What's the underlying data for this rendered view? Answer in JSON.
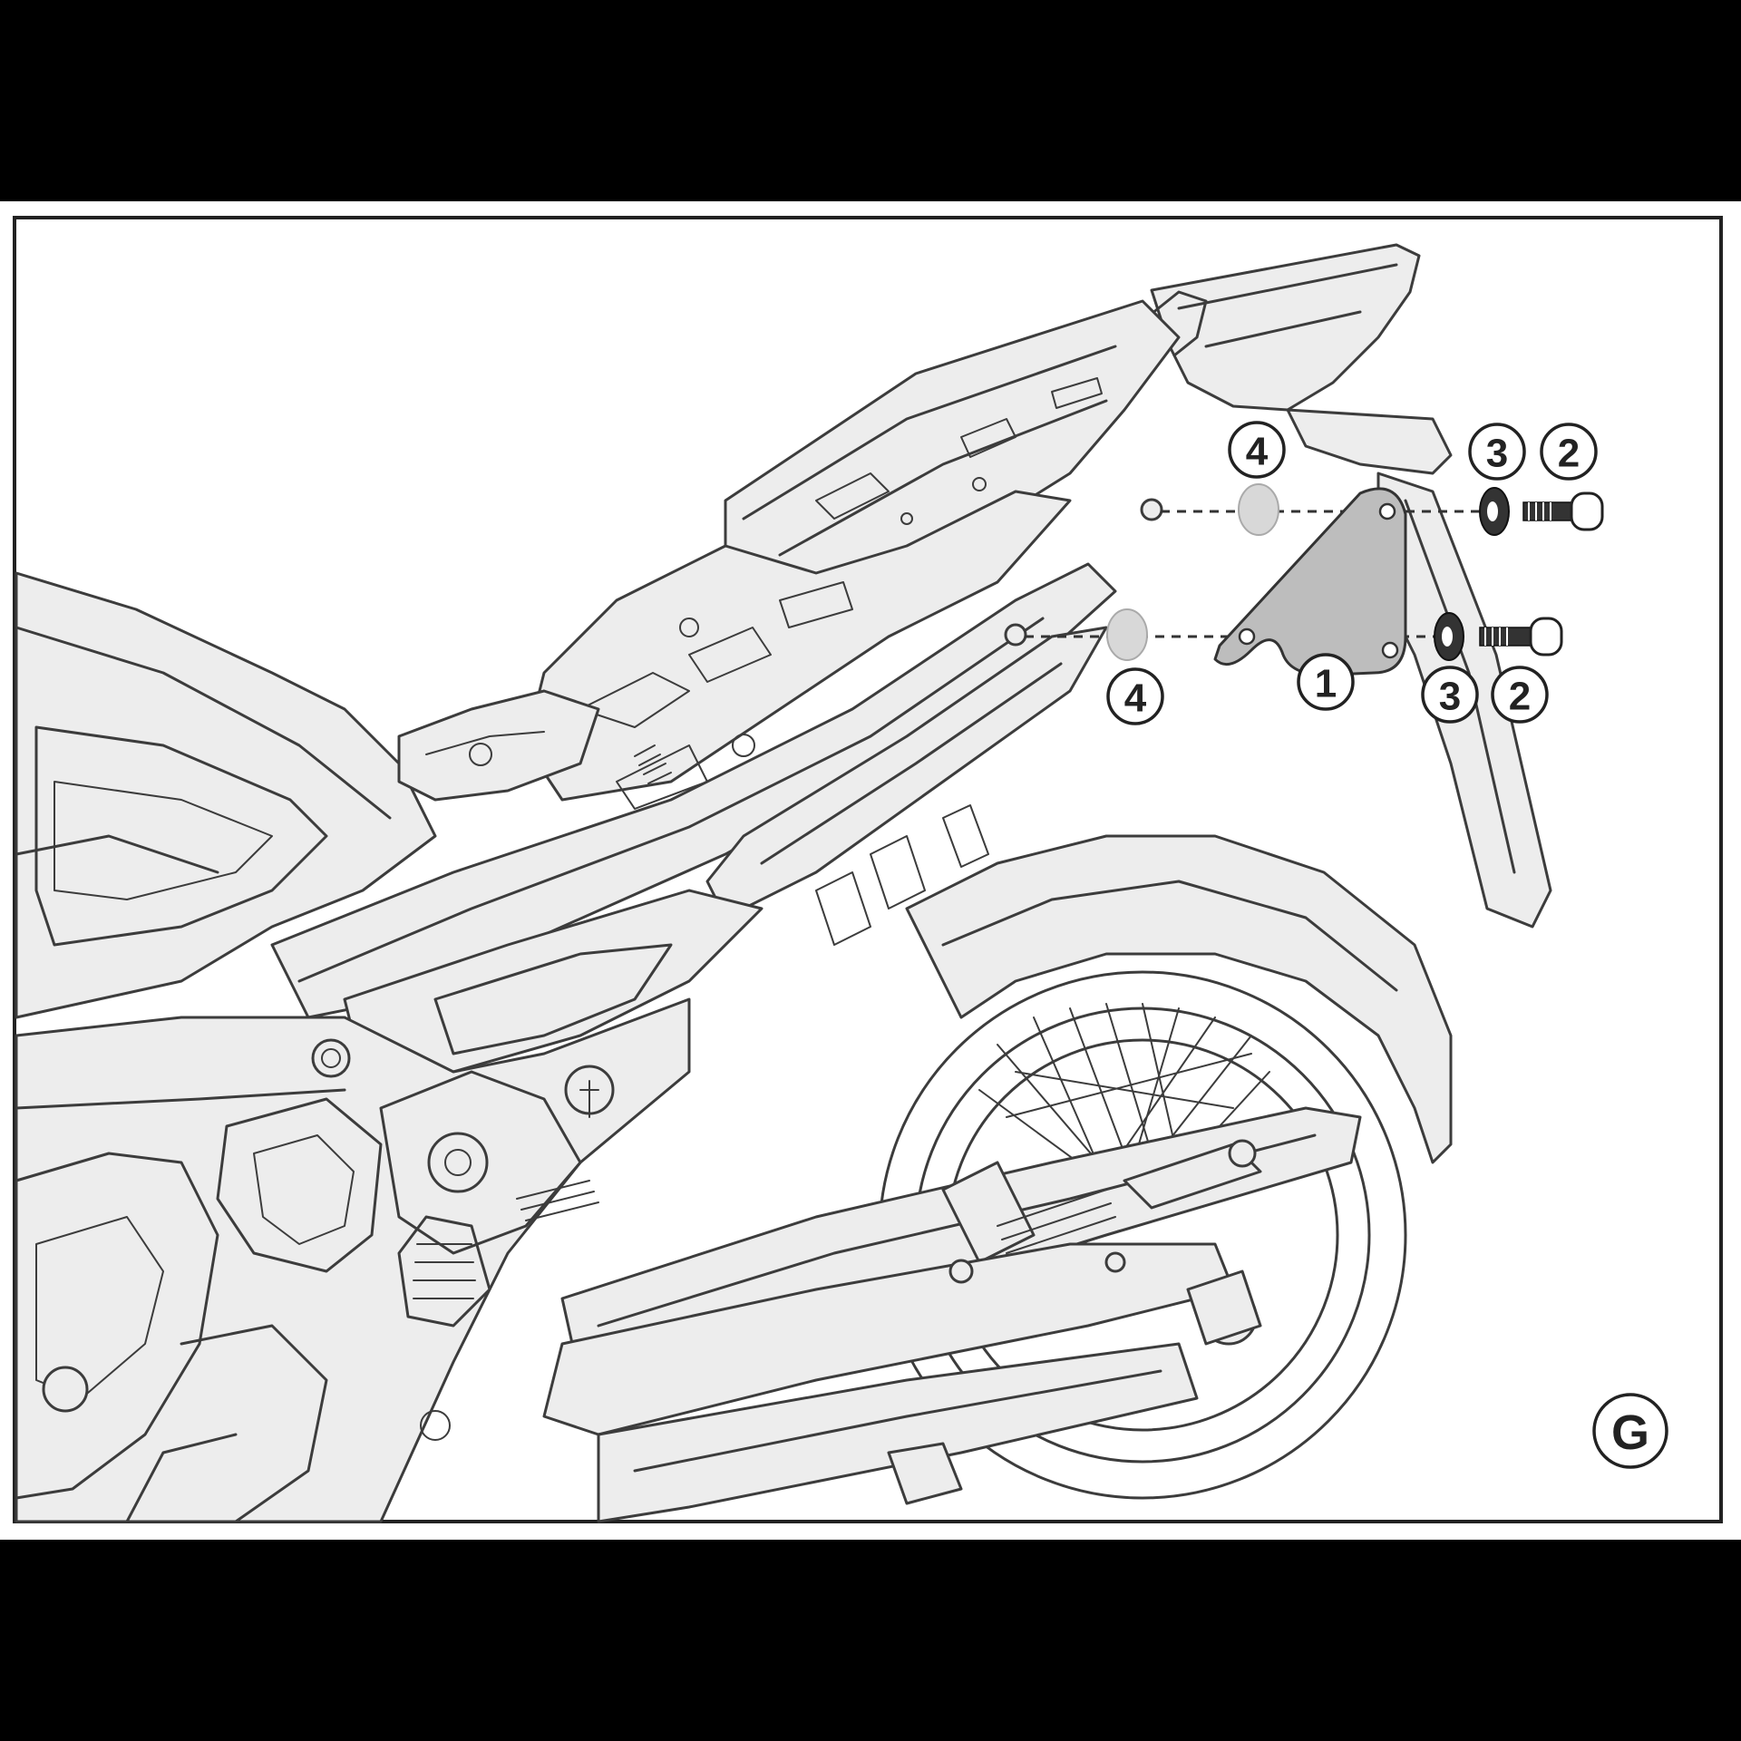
{
  "figure_label": "G",
  "callouts": [
    {
      "id": "c1",
      "label": "1"
    },
    {
      "id": "c2a",
      "label": "2"
    },
    {
      "id": "c2b",
      "label": "2"
    },
    {
      "id": "c3a",
      "label": "3"
    },
    {
      "id": "c3b",
      "label": "3"
    },
    {
      "id": "c4a",
      "label": "4"
    },
    {
      "id": "c4b",
      "label": "4"
    }
  ],
  "colors": {
    "frame_border": "#222222",
    "line_art": "#3c3c3c",
    "part_fill": "#ededed",
    "bracket_fill": "#bdbdbd",
    "spacer_fill": "#d8d8d8",
    "washer_fill": "#333333",
    "letterbox": "#000000"
  },
  "icons": [
    "motorcycle-rear-frame-line-art",
    "mounting-bracket",
    "bolt-icon",
    "washer-icon",
    "spacer-icon"
  ]
}
